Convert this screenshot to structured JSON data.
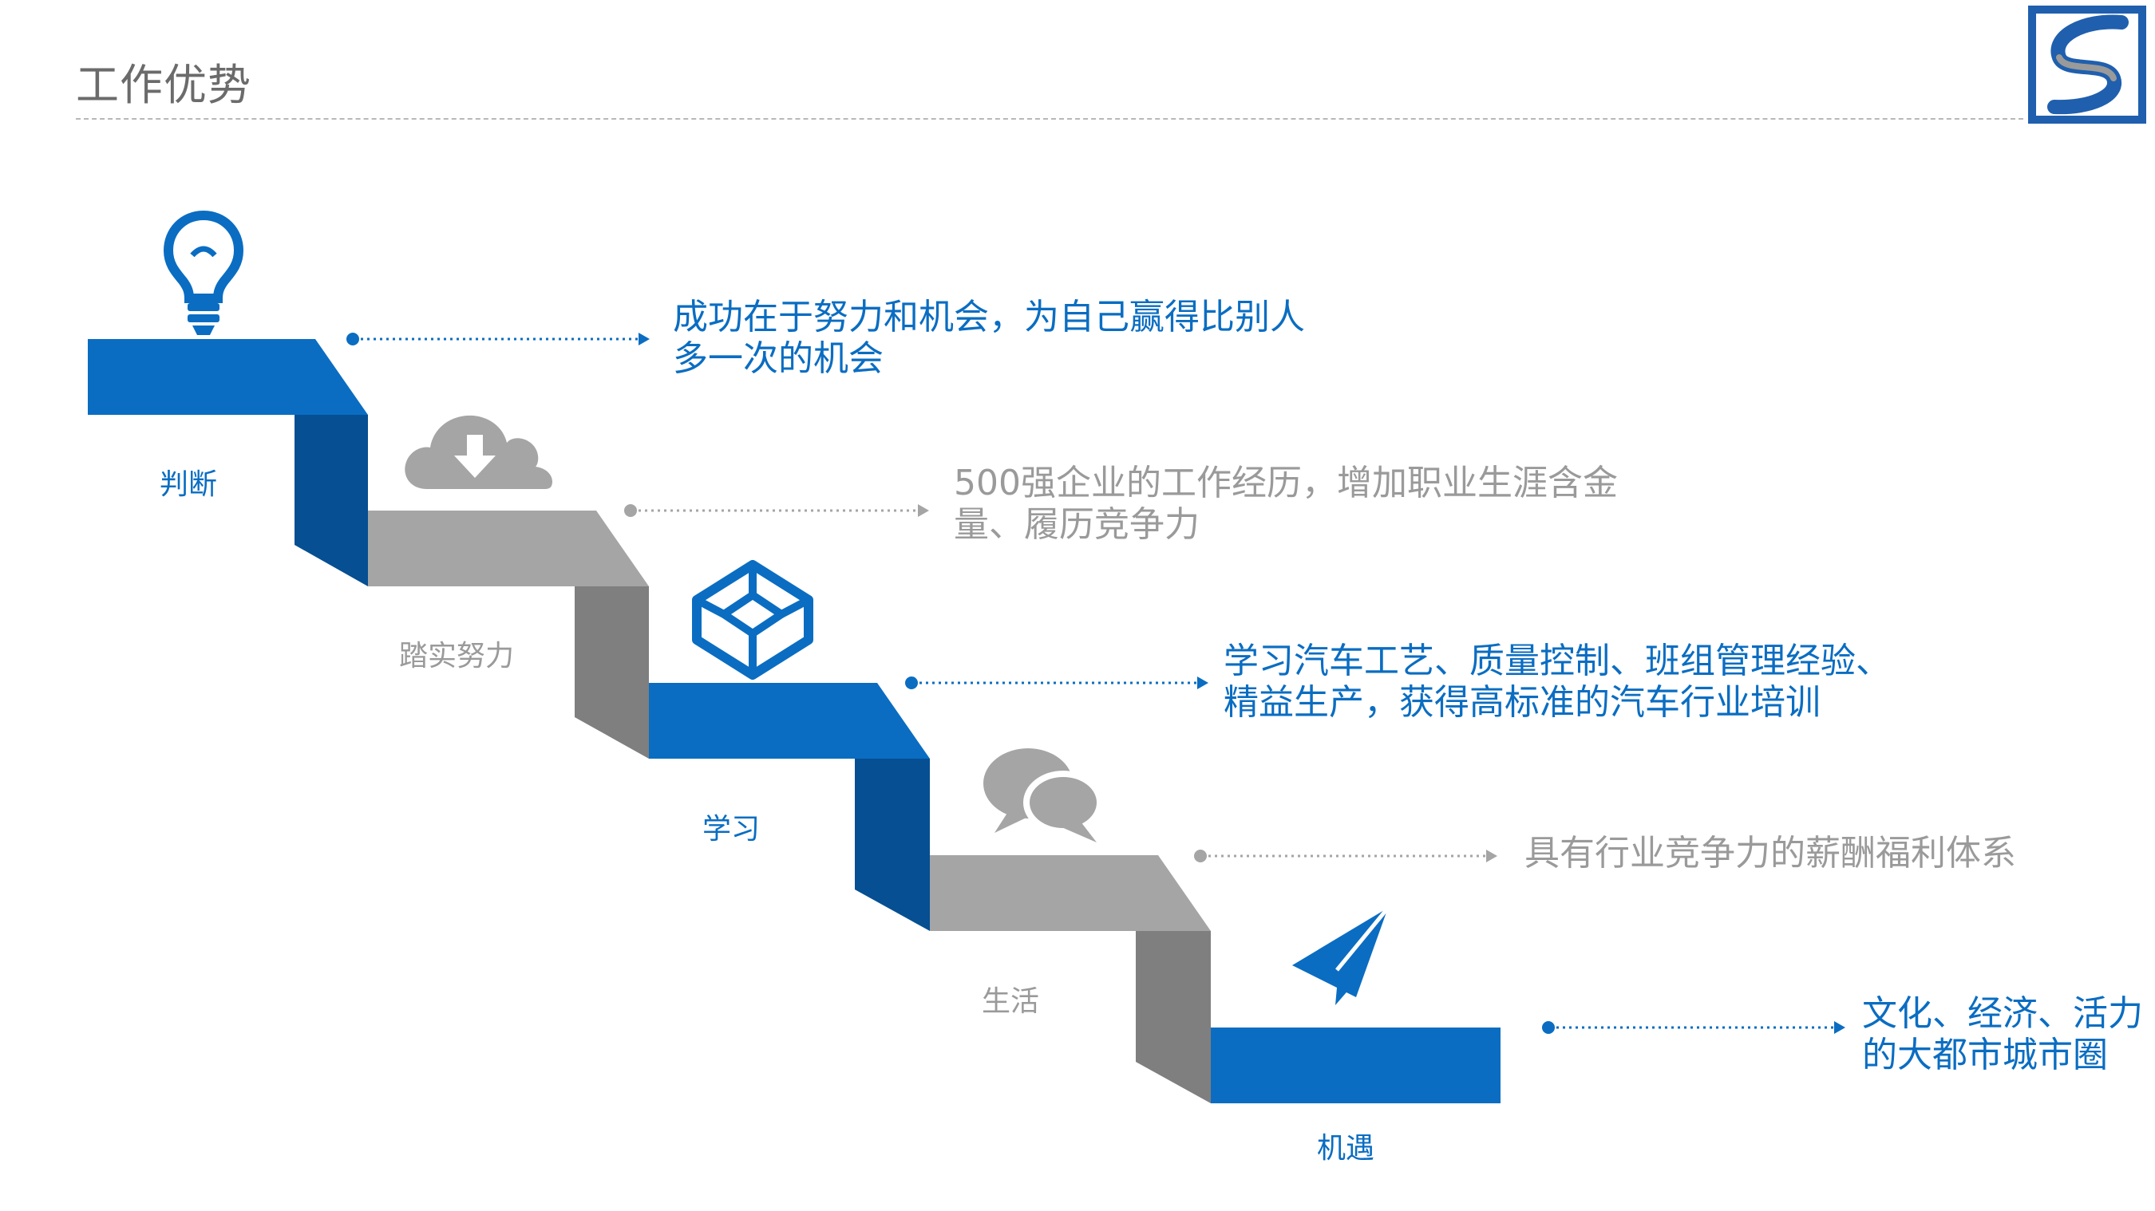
{
  "title": "工作优势",
  "colors": {
    "blue": "#0A6DC2",
    "blue_dark": "#054F92",
    "gray": "#A5A5A5",
    "gray_dark": "#7F7F7F",
    "text_gray": "#9A9A9A",
    "title_gray": "#6B6B6B"
  },
  "steps": [
    {
      "label": "判断",
      "icon": "lightbulb-icon",
      "tone": "blue",
      "desc": [
        "成功在于努力和机会，为自己赢得比别人",
        "多一次的机会"
      ]
    },
    {
      "label": "踏实努力",
      "icon": "cloud-download-icon",
      "tone": "gray",
      "desc": [
        "500强企业的工作经历，增加职业生涯含金",
        "量、履历竞争力"
      ]
    },
    {
      "label": "学习",
      "icon": "codepen-cube-icon",
      "tone": "blue",
      "desc": [
        "学习汽车工艺、质量控制、班组管理经验、",
        "精益生产，获得高标准的汽车行业培训"
      ]
    },
    {
      "label": "生活",
      "icon": "chat-bubbles-icon",
      "tone": "gray",
      "desc": [
        "具有行业竞争力的薪酬福利体系"
      ]
    },
    {
      "label": "机遇",
      "icon": "paper-plane-icon",
      "tone": "blue",
      "desc": [
        "文化、经济、活力",
        "的大都市城市圈"
      ]
    }
  ]
}
